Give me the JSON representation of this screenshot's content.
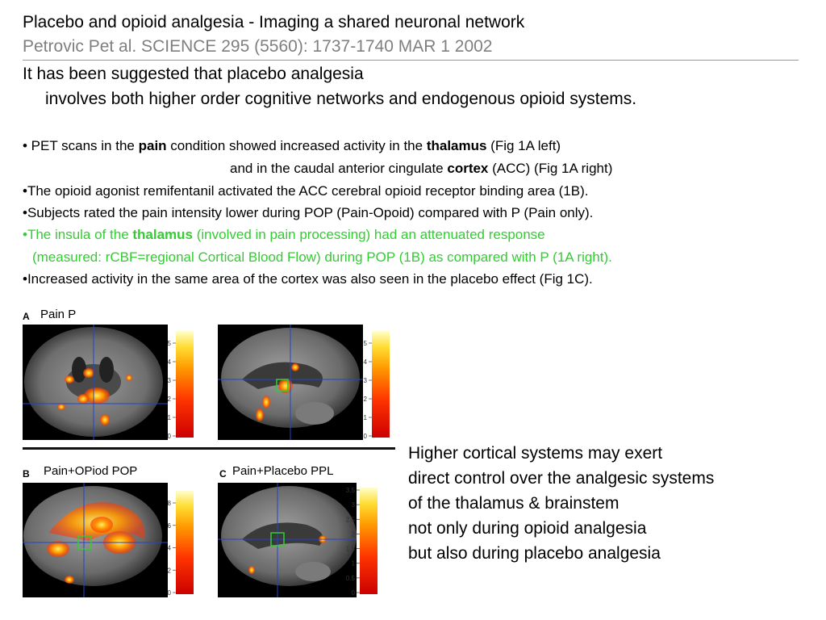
{
  "header": {
    "title": "Placebo and opioid analgesia - Imaging a shared neuronal network",
    "citation": "Petrovic Pet al. SCIENCE 295 (5560): 1737-1740 MAR 1 2002"
  },
  "intro": {
    "line1": "It has been suggested that placebo analgesia",
    "line2": "involves both higher order cognitive networks and endogenous opioid systems."
  },
  "bullets": {
    "b1_a": "• PET scans in the ",
    "b1_b": "pain",
    "b1_c": " condition showed increased activity in the ",
    "b1_d": "thalamus",
    "b1_e": " (Fig 1A left)",
    "b1c_a": "and in the caudal anterior cingulate ",
    "b1c_b": "cortex",
    "b1c_c": "  (ACC) (Fig 1A right)",
    "b2": "•The opioid agonist remifentanil activated the ACC cerebral opioid receptor binding area (1B).",
    "b3": "•Subjects rated the pain intensity lower during POP (Pain-Opoid) compared with P (Pain only).",
    "b4_a": "•The insula of the ",
    "b4_b": "thalamus",
    "b4_c": " (involved in pain processing) had an attenuated response",
    "b4_cont": "(measured: rCBF=regional Cortical Blood Flow) during POP (1B) as compared with P (1A right).",
    "b5": "•Increased activity in the same area of the cortex was also seen in the placebo effect (Fig 1C)."
  },
  "figure": {
    "panel_a_letter": "A",
    "panel_a_caption": "Pain P",
    "panel_b_letter": "B",
    "panel_b_caption": "Pain+OPiod POP",
    "panel_c_letter": "C",
    "panel_c_caption": "Pain+Placebo PPL",
    "scale_a1_ticks": [
      "5",
      "4",
      "3",
      "2",
      "1",
      "0"
    ],
    "scale_a2_ticks": [
      "5",
      "4",
      "3",
      "2",
      "1",
      "0"
    ],
    "scale_b_ticks": [
      "8",
      "6",
      "4",
      "2",
      "0"
    ],
    "scale_c_ticks": [
      "3.5",
      "3",
      "2.5",
      "2",
      "1.5",
      "1",
      "0.5",
      "0"
    ]
  },
  "side_text": {
    "line1": "Higher cortical systems may exert",
    "line2": "direct control over the analgesic systems",
    "line3": "of the thalamus & brainstem",
    "line4": "not only during opioid analgesia",
    "line5": "but also during placebo analgesia"
  },
  "colors": {
    "green_text": "#33cc33",
    "citation_gray": "#7f7f7f",
    "crosshair_blue": "#2244cc",
    "roi_green": "#33cc33"
  }
}
